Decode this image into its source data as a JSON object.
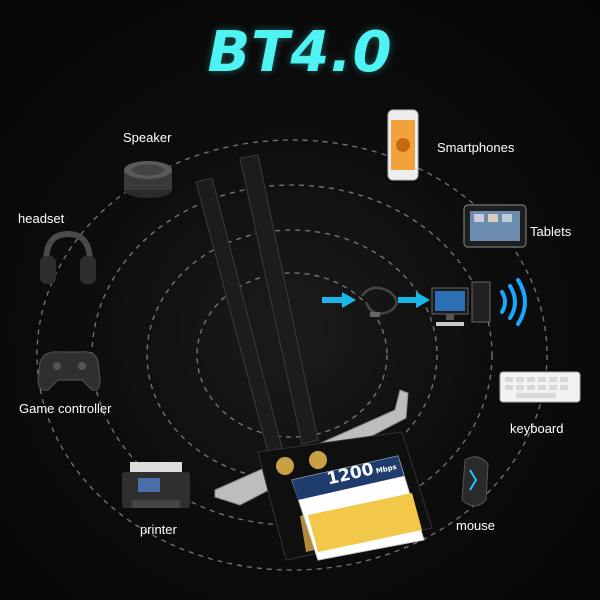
{
  "title": "BT4.0",
  "devices": {
    "speaker": "Speaker",
    "headset": "headset",
    "game_controller": "Game controller",
    "printer": "printer",
    "smartphones": "Smartphones",
    "tablets": "Tablets",
    "keyboard": "keyboard",
    "mouse": "mouse"
  },
  "card": {
    "speed_value": "1200",
    "speed_unit": "Mbps"
  },
  "colors": {
    "title": "#4ff3f4",
    "arrow": "#19b6e8",
    "signal": "#1aa7ff"
  }
}
